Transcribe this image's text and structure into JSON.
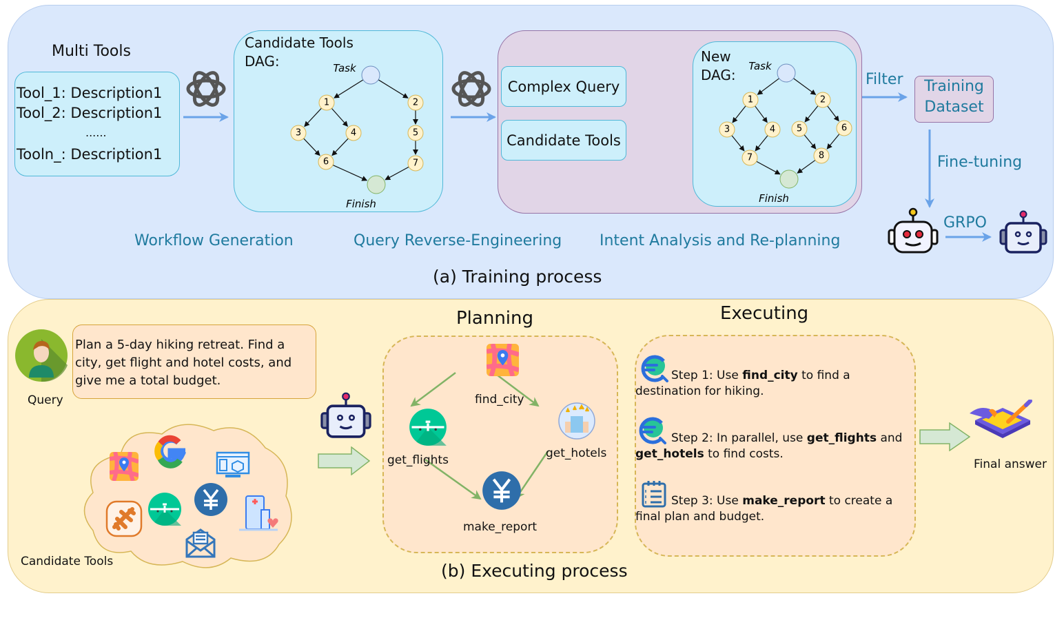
{
  "training": {
    "caption": "(a)  Training process",
    "multi_tools": {
      "title": "Multi Tools",
      "lines": [
        "Tool_1: Description1",
        "Tool_2: Description1",
        "......",
        "Tooln_: Description1"
      ]
    },
    "candidate_dag": {
      "title_line1": "Candidate Tools",
      "title_line2": "DAG:",
      "task_label": "Task",
      "finish_label": "Finish",
      "nodes": [
        "1",
        "2",
        "3",
        "4",
        "5",
        "6",
        "7"
      ],
      "edges": [
        [
          "Task",
          "1"
        ],
        [
          "Task",
          "2"
        ],
        [
          "1",
          "3"
        ],
        [
          "1",
          "4"
        ],
        [
          "3",
          "6"
        ],
        [
          "4",
          "6"
        ],
        [
          "2",
          "5"
        ],
        [
          "5",
          "7"
        ],
        [
          "6",
          "Finish"
        ],
        [
          "7",
          "Finish"
        ]
      ]
    },
    "reverse": {
      "complex_query": "Complex Query",
      "candidate_tools": "Candidate Tools"
    },
    "new_dag": {
      "title_line1": "New",
      "title_line2": "DAG:",
      "task_label": "Task",
      "finish_label": "Finish",
      "nodes": [
        "1",
        "2",
        "3",
        "4",
        "5",
        "6",
        "7",
        "8"
      ],
      "edges": [
        [
          "Task",
          "1"
        ],
        [
          "Task",
          "2"
        ],
        [
          "1",
          "3"
        ],
        [
          "1",
          "4"
        ],
        [
          "2",
          "5"
        ],
        [
          "2",
          "6"
        ],
        [
          "3",
          "7"
        ],
        [
          "4",
          "7"
        ],
        [
          "5",
          "8"
        ],
        [
          "6",
          "8"
        ],
        [
          "7",
          "Finish"
        ],
        [
          "8",
          "Finish"
        ]
      ]
    },
    "stage_labels": [
      "Workflow Generation",
      "Query Reverse-Engineering",
      "Intent Analysis and Re-planning"
    ],
    "filter_label": "Filter",
    "dataset": {
      "line1": "Training",
      "line2": "Dataset"
    },
    "finetune_label": "Fine-tuning",
    "grpo_label": "GRPO"
  },
  "executing": {
    "caption": "(b)  Executing process",
    "query_label": "Query",
    "query_text": "Plan a 5-day hiking retreat. Find a city, get flight and hotel costs, and give me a total budget.",
    "candidate_tools_label": "Candidate Tools",
    "planning": {
      "title": "Planning",
      "nodes": {
        "find_city": "find_city",
        "get_flights": "get_flights",
        "get_hotels": "get_hotels",
        "make_report": "make_report"
      }
    },
    "executing_title": "Executing",
    "steps": [
      {
        "pre": "Step 1: Use ",
        "bold": "find_city",
        "post": " to find a destination for hiking."
      },
      {
        "pre": "Step 2: In parallel, use ",
        "bold": "get_flights",
        "mid": " and ",
        "bold2": "get_hotels",
        "post": " to find costs."
      },
      {
        "pre": "Step 3: Use ",
        "bold": "make_report",
        "post": " to create a final plan and budget."
      }
    ],
    "final_answer_label": "Final answer"
  },
  "colors": {
    "panel_a_bg": "#dae8fc",
    "panel_b_bg": "#fff2cc",
    "arrow_blue": "#6aa3e8",
    "arrow_green": "#82b366",
    "node_yellow": "#fff2cc",
    "node_border": "#d6b656",
    "stage_text": "#1f7a9e"
  }
}
